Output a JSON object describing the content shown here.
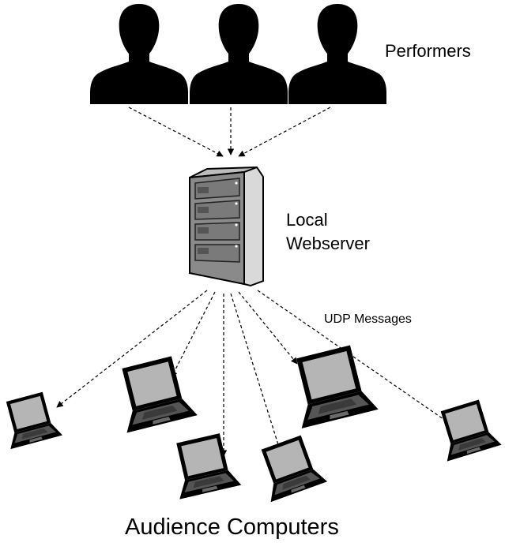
{
  "labels": {
    "performers": "Performers",
    "server_line1": "Local",
    "server_line2": "Webserver",
    "udp": "UDP Messages",
    "audience": "Audience Computers"
  },
  "icons": {
    "performer": "person-silhouette-icon",
    "server": "server-rack-icon",
    "laptop": "laptop-icon"
  },
  "colors": {
    "silhouette": "#000000",
    "server_body": "#8a8a8a",
    "screen": "#b4b4b4",
    "arrow": "#000000"
  }
}
